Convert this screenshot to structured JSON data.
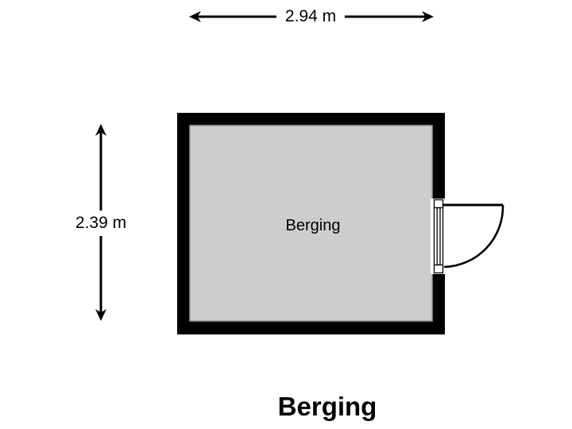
{
  "floorplan": {
    "title": "Berging",
    "room_label": "Berging",
    "dimensions": {
      "width": "2.94 m",
      "height": "2.39 m"
    },
    "colors": {
      "wall": "#000000",
      "floor": "#cdcdcd",
      "floor_outline": "#9a9a9a",
      "line": "#000000",
      "label_background": "#ffffff",
      "background": "#ffffff",
      "text": "#000000"
    }
  }
}
